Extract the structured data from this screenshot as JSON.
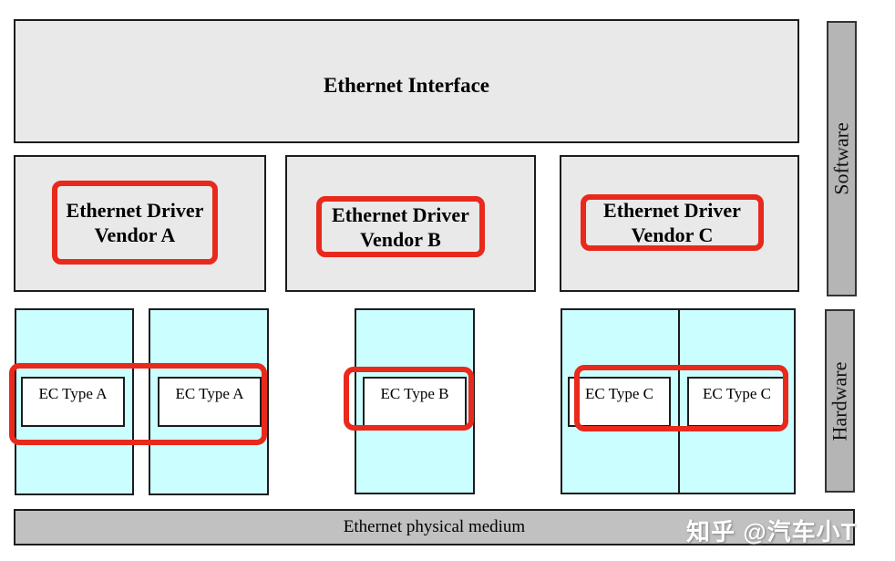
{
  "software_layer": {
    "interface_label": "Ethernet Interface",
    "drivers": [
      {
        "line1": "Ethernet Driver",
        "line2": "Vendor A"
      },
      {
        "line1": "Ethernet Driver",
        "line2": "Vendor B"
      },
      {
        "line1": "Ethernet Driver",
        "line2": "Vendor C"
      }
    ]
  },
  "hardware_layer": {
    "controllers": [
      "EC Type A",
      "EC Type A",
      "EC Type B",
      "EC Type C",
      "EC Type C"
    ],
    "medium_label": "Ethernet physical medium"
  },
  "side_labels": {
    "software": "Software",
    "hardware": "Hardware"
  },
  "watermark": "知乎 @汽车小T",
  "colors": {
    "layer_box_fill": "#e9e9e9",
    "side_bar_fill": "#b5b5b5",
    "medium_bar_fill": "#c1c1c1",
    "controller_fill": "#cbffff",
    "highlight_red": "#e8291c"
  }
}
